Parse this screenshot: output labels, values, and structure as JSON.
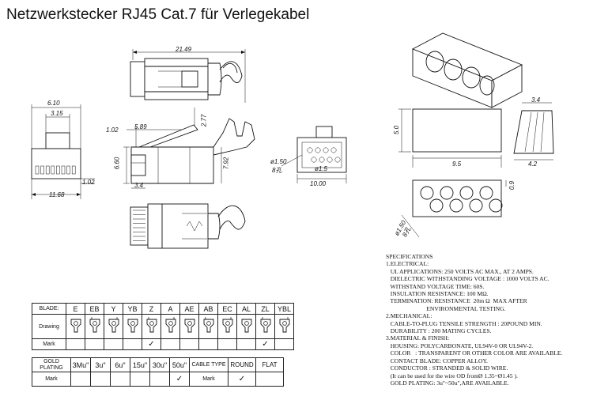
{
  "title": "Netzwerkstecker RJ45 Cat.7 für Verlegekabel",
  "dimensions": {
    "d1": "21.49",
    "d2": "6.10",
    "d3": "3.15",
    "d4": "1.02",
    "d5": "11.68",
    "d6": "1.02",
    "d7": "5.89",
    "d8": "2.77",
    "d9": "6.60",
    "d10": "7.92",
    "d11": "3.4",
    "d12": "ø1.50",
    "d13": "8孔",
    "d14": "ø1.5",
    "d15": "10.00",
    "d16": "3.4",
    "d17": "5.0",
    "d18": "9.5",
    "d19": "4.2",
    "d20": "0.9",
    "d21": "ø1.50",
    "d22": "8孔"
  },
  "specifications": {
    "heading": "SPECIFICATIONS",
    "lines": [
      "1.ELECTRICAL:",
      "   UL APPLICATIONS: 250 VOLTS AC MAX., AT 2 AMPS.",
      "   DIELECTRIC WITHSTANDING VOLTAGE : 1000 VOLTS AC.",
      "   WITHSTAND VOLTAGE TIME: 60S.",
      "   INSULATION RESISTANCE: 100 MΩ.",
      "   TERMINATION: RESISTANCE  20m Ω  MAX AFTER",
      "                           ENVIRONMENTAL TESTING.",
      "2.MECHANICAL:",
      "   CABLE-TO-PLUG TENSILE STRENGTH : 20POUND MIN.",
      "   DURABILITY : 200 MATING CYCLES.",
      "3.MATERIAL & FINISH:",
      "   HOUSING: POLYCARBONATE, UL94V-0 OR UL94V-2.",
      "   COLOR   : TRANSPARENT OR OTHER COLOR ARE AVAILABLE.",
      "   CONTACT BLADE: COPPER ALLOY.",
      "   CONDUCTOR : STRANDED & SOLID WIRE.",
      "   (It can be used for the wire OD fromØ 1.35~Ø1.45 ).",
      "   GOLD PLATING: 3u\"~50u\",ARE AVAILABLE."
    ]
  },
  "blade_table": {
    "header_label": "BLADE:",
    "drawing_label": "Drawing",
    "mark_label": "Mark",
    "blades": [
      "E",
      "EB",
      "Y",
      "YB",
      "Z",
      "A",
      "AE",
      "AB",
      "EC",
      "AL",
      "ZL",
      "YBL"
    ],
    "marked": [
      "Z",
      "ZL"
    ]
  },
  "plating_table": {
    "gold_label": "GOLD PLATING",
    "mark_label": "Mark",
    "options": [
      "3Mu\"",
      "3u\"",
      "6u\"",
      "15u\"",
      "30u\"",
      "50u\""
    ],
    "marked": [
      "50u\""
    ],
    "cable_label": "CABLE TYPE",
    "cable_mark_label": "Mark",
    "cable_options": [
      "ROUND",
      "FLAT"
    ],
    "cable_marked": [
      "ROUND"
    ]
  }
}
